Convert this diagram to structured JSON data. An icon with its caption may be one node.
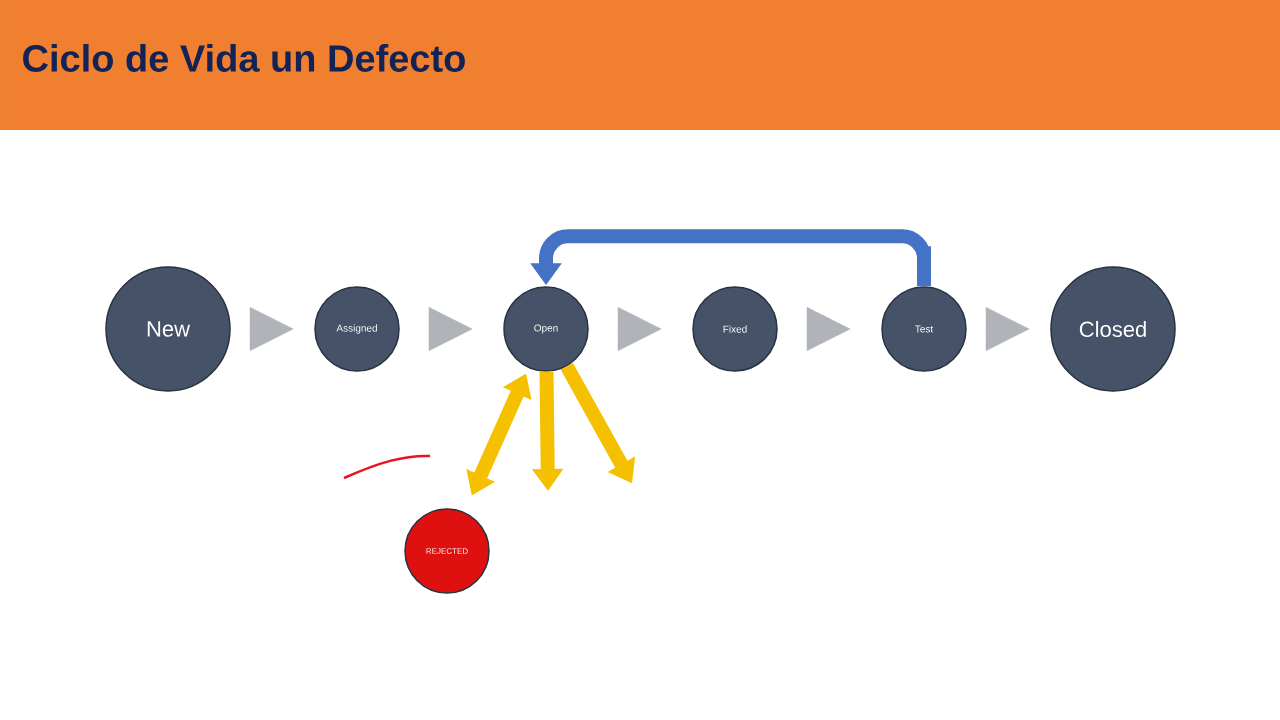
{
  "diagram": {
    "title": "Ciclo de Vida un Defecto",
    "nodes": [
      {
        "text": [
          "New"
        ]
      },
      {
        "text": [
          "Assigned"
        ]
      },
      {
        "text": [
          "Open"
        ]
      },
      {
        "text": [
          "Fixed"
        ]
      },
      {
        "text": [
          "Test"
        ]
      },
      {
        "text": [
          "Closed"
        ]
      },
      {
        "text": [
          "REJECTED"
        ]
      }
    ],
    "edges": [
      {
        "from": 0,
        "to": 1,
        "arrow": "to"
      },
      {
        "from": 1,
        "to": 2,
        "arrow": "to"
      },
      {
        "from": 2,
        "to": 3,
        "arrow": "to"
      },
      {
        "from": 3,
        "to": 4,
        "arrow": "to"
      },
      {
        "from": 4,
        "to": 5,
        "arrow": "to"
      },
      {
        "from": 4,
        "to": 2,
        "arrow": "to",
        "color": "#4472c4"
      },
      {
        "from": 2,
        "to": 6,
        "arrow": "both",
        "color": "#f5c000"
      },
      {
        "from": 2,
        "to": null,
        "arrow": "to",
        "color": "#f5c000"
      },
      {
        "from": 2,
        "to": null,
        "arrow": "to",
        "color": "#f5c000"
      }
    ]
  }
}
